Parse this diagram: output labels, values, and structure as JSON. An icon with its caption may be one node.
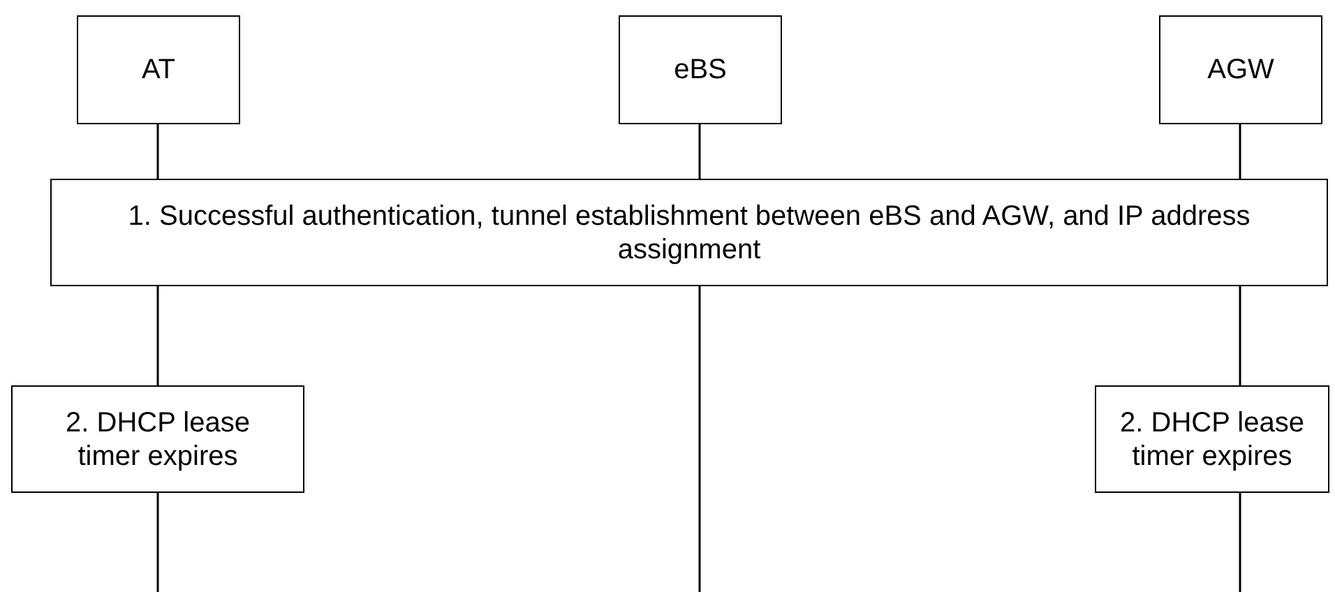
{
  "diagram": {
    "nodes": [
      {
        "text": [
          "AT"
        ]
      },
      {
        "text": [
          "eBS"
        ]
      },
      {
        "text": [
          "AGW"
        ]
      },
      {
        "text": [
          "1. Successful authentication, tunnel establishment between eBS and AGW, and IP address assignment"
        ]
      },
      {
        "text": [
          "2. DHCP lease timer expires"
        ]
      },
      {
        "text": [
          "2. DHCP lease timer expires"
        ]
      }
    ]
  }
}
